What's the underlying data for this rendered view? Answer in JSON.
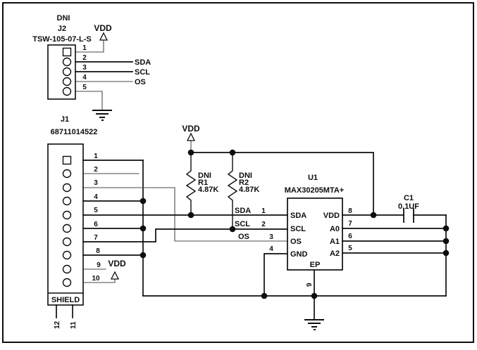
{
  "j2": {
    "dni": "DNI",
    "refdes": "J2",
    "part": "TSW-105-07-L-S",
    "vdd_label": "VDD",
    "pin_numbers": [
      "1",
      "2",
      "3",
      "4",
      "5"
    ],
    "net_labels": {
      "sda": "SDA",
      "scl": "SCL",
      "os": "OS"
    }
  },
  "j1": {
    "refdes": "J1",
    "part": "68711014522",
    "vdd_label": "VDD",
    "shield_label": "SHIELD",
    "pin_numbers": [
      "1",
      "2",
      "3",
      "4",
      "5",
      "6",
      "7",
      "8",
      "9",
      "10"
    ],
    "bottom_pin_numbers": [
      "12",
      "11"
    ]
  },
  "u1": {
    "refdes": "U1",
    "part": "MAX30205MTA+",
    "left_pins": [
      {
        "label": "SDA",
        "number": "1"
      },
      {
        "label": "SCL",
        "number": "2"
      },
      {
        "label": "OS",
        "number": "3"
      },
      {
        "label": "GND",
        "number": "4"
      }
    ],
    "right_pins": [
      {
        "label": "VDD",
        "number": "8"
      },
      {
        "label": "A0",
        "number": "7"
      },
      {
        "label": "A1",
        "number": "6"
      },
      {
        "label": "A2",
        "number": "5"
      }
    ],
    "ep_label": "EP",
    "ep_pin_number": "9"
  },
  "r1": {
    "dni": "DNI",
    "refdes": "R1",
    "value": "4.87K"
  },
  "r2": {
    "dni": "DNI",
    "refdes": "R2",
    "value": "4.87K"
  },
  "c1": {
    "refdes": "C1",
    "value": "0.1UF"
  },
  "power": {
    "vdd_mid": "VDD"
  },
  "u1_wire_labels": {
    "sda": "SDA",
    "scl": "SCL",
    "os": "OS"
  },
  "colors": {
    "wire": "#0d0d0d",
    "background": "#ffffff"
  }
}
